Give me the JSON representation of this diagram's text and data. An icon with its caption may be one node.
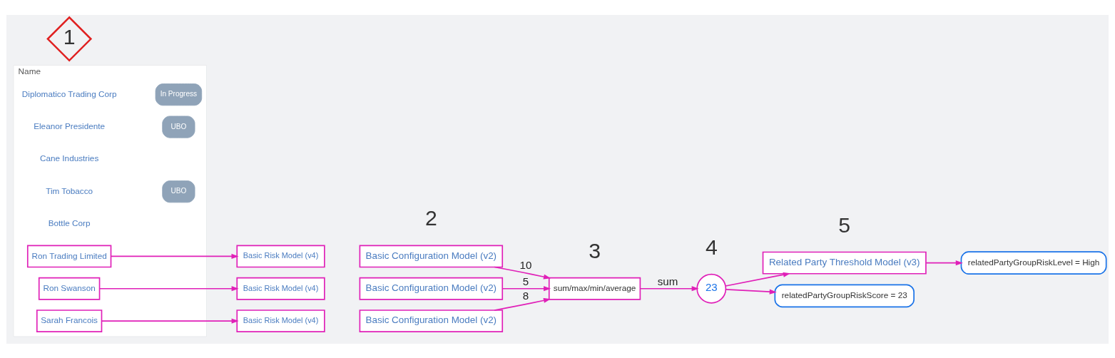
{
  "diagram": {
    "nodes": [
      {
        "text": [
          "Name"
        ]
      },
      {
        "text": [
          "Diplomatico Trading Corp"
        ],
        "in": 0
      },
      {
        "text": [
          "Ron Trading Limited"
        ],
        "in": 0
      },
      {
        "text": [
          "Cane Industries"
        ],
        "in": 0
      },
      {
        "text": [
          "Eleanor Presidente"
        ],
        "in": 0
      },
      {
        "text": [
          "Bottle Corp"
        ],
        "in": 0
      },
      {
        "text": [
          "Tim Tobacco"
        ],
        "in": 0
      },
      {
        "text": [
          "Ron Swanson"
        ],
        "in": 0
      },
      {
        "text": [
          "Sarah Francois"
        ],
        "in": 0
      },
      {
        "text": [
          "Basic Risk Model (v4)"
        ]
      },
      {
        "text": [
          "Basic Configuration Model (v2)"
        ]
      },
      {
        "text": [
          "Basic Risk Model (v4)"
        ]
      },
      {
        "text": [
          "Basic Configuration Model (v2)"
        ]
      },
      {
        "text": [
          "Basic Risk Model (v4)"
        ]
      },
      {
        "text": [
          "Basic Configuration Model (v2)"
        ]
      },
      {
        "text": [
          "sum/max/min/average"
        ]
      },
      {
        "text": [
          "23"
        ]
      },
      {
        "text": [
          "Related Party Threshold Model (v3)"
        ]
      },
      {
        "text": [
          "relatedPartyGroupRiskScore = 23"
        ]
      },
      {
        "text": [
          "relatedPartyGroupRiskLevel = High"
        ]
      },
      {
        "text": [
          "1"
        ]
      }
    ],
    "edges": [
      {
        "from": 2,
        "to": 9,
        "arrow": "to"
      },
      {
        "from": 7,
        "to": 11,
        "arrow": "to"
      },
      {
        "from": 8,
        "to": 13,
        "arrow": "to"
      },
      {
        "from": 10,
        "to": 15,
        "arrow": "to",
        "label": "10"
      },
      {
        "from": 12,
        "to": 15,
        "arrow": "to",
        "label": "5"
      },
      {
        "from": 14,
        "to": 15,
        "arrow": "to",
        "label": "8"
      },
      {
        "from": 15,
        "to": 16,
        "arrow": "to",
        "label": "sum"
      },
      {
        "from": 16,
        "to": 17,
        "arrow": "to"
      },
      {
        "from": 16,
        "to": 18,
        "arrow": "to"
      },
      {
        "from": 17,
        "to": 19,
        "arrow": "to"
      }
    ],
    "labels": [
      "In Progress",
      "UBO",
      "UBO",
      "2",
      "3",
      "4",
      "5"
    ]
  }
}
